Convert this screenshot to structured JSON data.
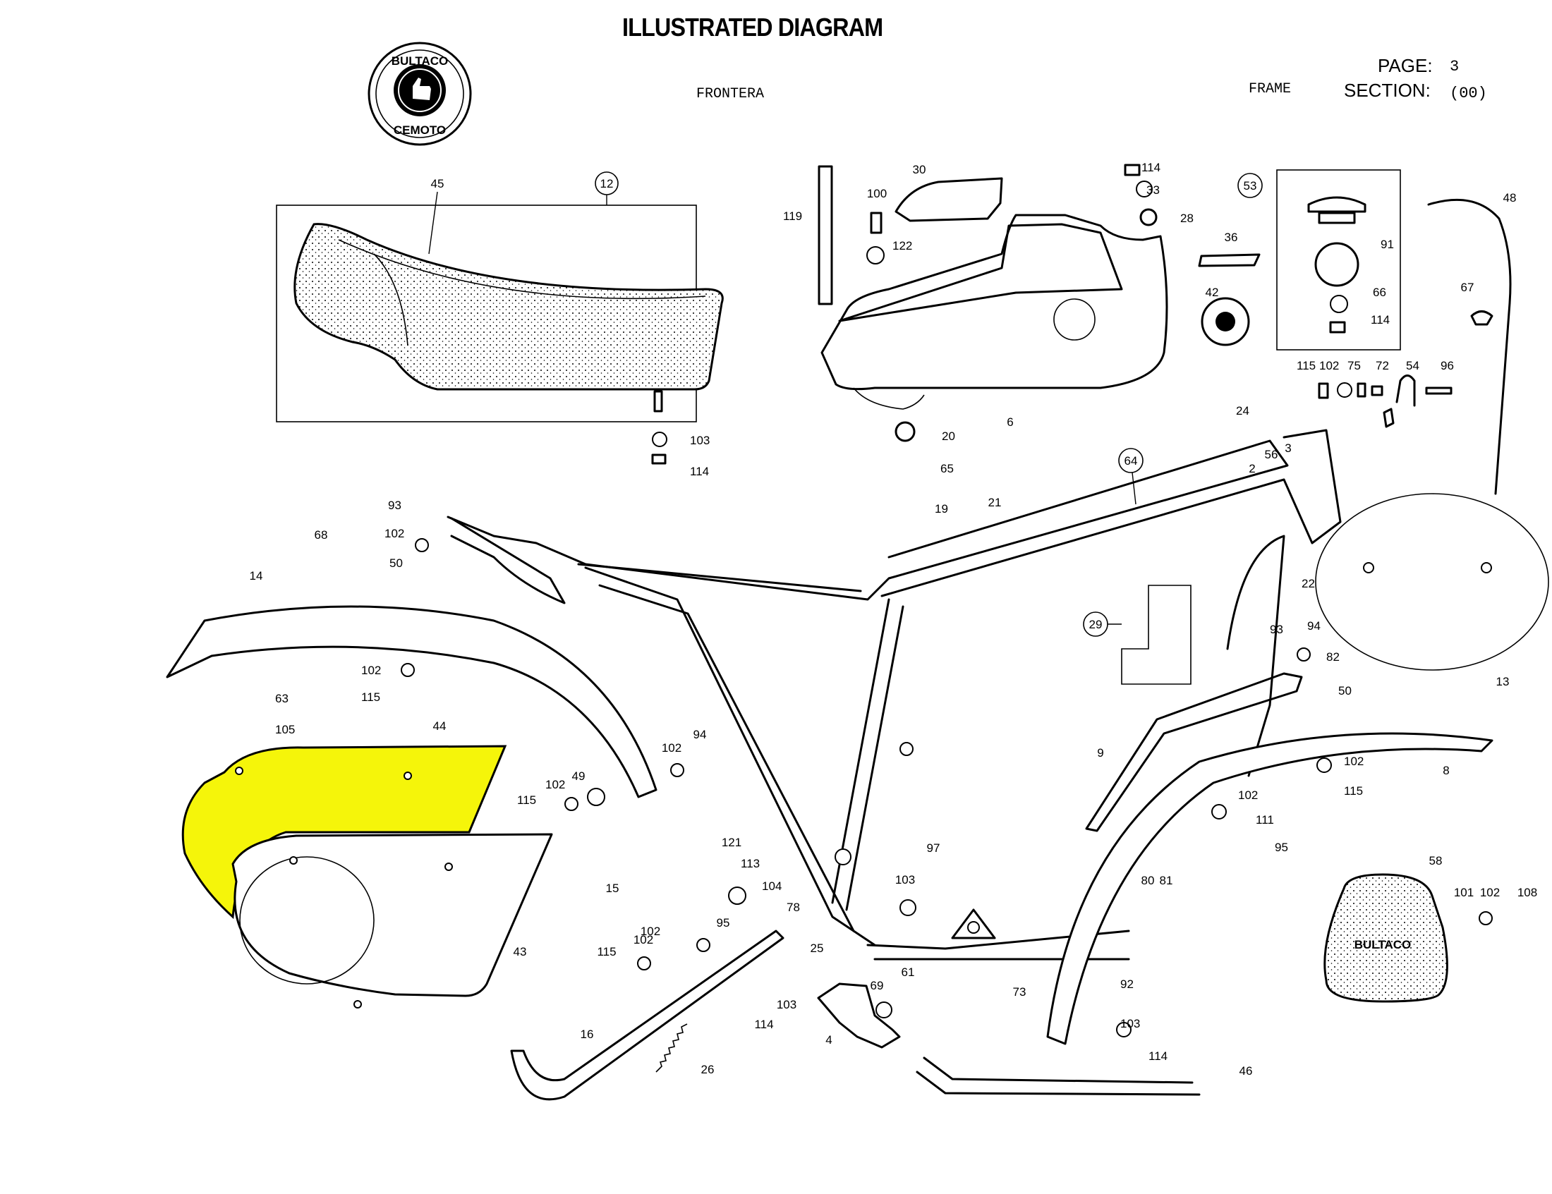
{
  "header": {
    "title": "ILLUSTRATED DIAGRAM",
    "model": "FRONTERA",
    "section_name": "FRAME",
    "page_label": "PAGE:",
    "page_value": "3",
    "section_label": "SECTION:",
    "section_value": "(00)"
  },
  "logo": {
    "brand": "BULTACO",
    "sub": "CEMOTO",
    "icon": "thumbs-up-icon"
  },
  "highlight": {
    "part": "44",
    "color": "#F5F50A"
  },
  "assemblies": {
    "seat": "12",
    "fuel_cap": "53",
    "frame": "64",
    "lock_set": "29"
  },
  "callouts": {
    "seat_cover": "45",
    "seat_assy": "12",
    "seat_washer": "103",
    "seat_nut": "114",
    "tank_strap": "119",
    "tank_pad": "30",
    "tank_screw": "100",
    "tank_washer": "122",
    "tank": "6",
    "tank_nut": "114",
    "tank_washer2": "33",
    "tank_grommet": "28",
    "emblem_name": "36",
    "emblem_logo": "42",
    "cap_assy": "53",
    "cap_gasket": "91",
    "cap_washer": "66",
    "cap_nut": "114",
    "cable": "48",
    "clip": "67",
    "bk_nut": "115",
    "bk_washer": "102",
    "bk_spacer": "75",
    "bk_sleeve": "72",
    "bk_bracket": "54",
    "bk_bolt": "96",
    "grommet_20": "20",
    "tube_65": "65",
    "petcock": "19",
    "decal_21": "21",
    "frame_assy": "64",
    "plate_24": "24",
    "plate_2": "2",
    "washer_56": "56",
    "screw_3": "3",
    "nut_22": "22",
    "number_plate": "13",
    "lock_29": "29",
    "bolt_93b": "93",
    "washer_94b": "94",
    "washer_82": "82",
    "clip_50b": "50",
    "stay_9": "9",
    "fender_8": "8",
    "fw_102a": "102",
    "fw_115a": "115",
    "fw_102b": "102",
    "nut_111": "111",
    "bolt_95b": "95",
    "clip_80": "80",
    "clip_81": "81",
    "mudflap_58": "58",
    "mf_101": "101",
    "mf_102": "102",
    "mf_108": "108",
    "bolt_92": "92",
    "washer_103c": "103",
    "nut_114c": "114",
    "guard_46": "46",
    "wire_73": "73",
    "bolt_93a": "93",
    "washer_102a": "102",
    "clip_50a": "50",
    "grommet_68": "68",
    "rear_fender_14": "14",
    "washer_102c": "102",
    "nut_115c": "115",
    "screw_63": "63",
    "nut_105": "105",
    "cover_44": "44",
    "cover_43": "43",
    "nut_115d": "115",
    "washer_102d": "102",
    "washer_49": "49",
    "washer_102e": "102",
    "bolt_94c": "94",
    "stay_15": "15",
    "bolt_121": "121",
    "nut_113": "113",
    "washer_104": "104",
    "spacer_78": "78",
    "washer_102f": "102",
    "bolt_95c": "95",
    "nut_115e": "115",
    "washer_102g": "102",
    "bolt_25": "25",
    "bolt_97": "97",
    "washer_103d": "103",
    "pin_61": "61",
    "pin_69": "69",
    "stand_16": "16",
    "spring_26": "26",
    "washer_103e": "103",
    "nut_114e": "114",
    "footrest_4": "4"
  }
}
